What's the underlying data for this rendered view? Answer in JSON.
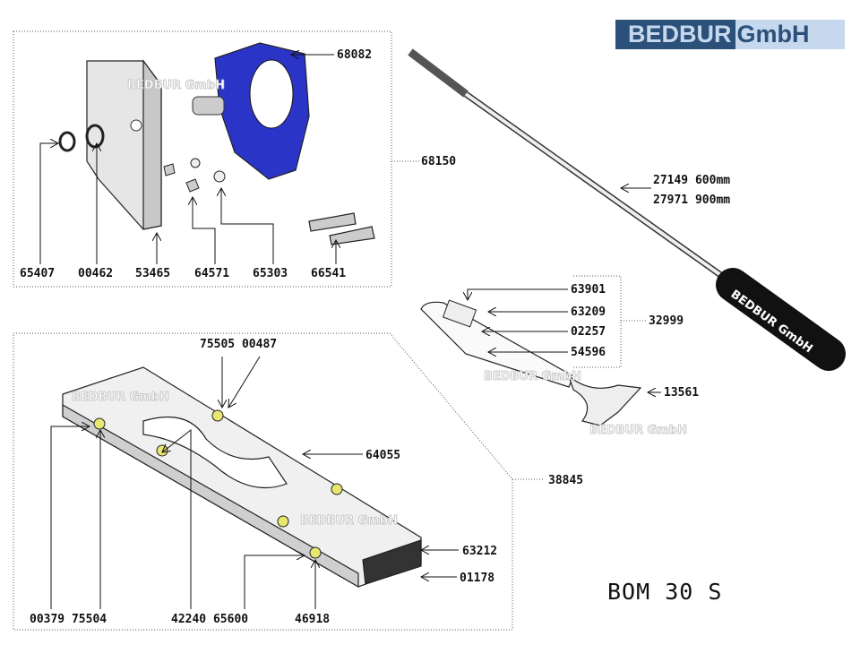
{
  "logo": {
    "part1": "BEDBUR",
    "part2": "GmbH"
  },
  "watermark": "BEDBUR GmbH",
  "model": "BOM 30 S",
  "labels": {
    "p68082": "68082",
    "p68150": "68150",
    "p65407": "65407",
    "p00462": "00462",
    "p53465": "53465",
    "p64571": "64571",
    "p65303": "65303",
    "p66541": "66541",
    "p27149": "27149 600mm",
    "p27971": "27971 900mm",
    "p63901": "63901",
    "p63209": "63209",
    "p02257": "02257",
    "p54596": "54596",
    "p32999": "32999",
    "p13561": "13561",
    "p75505": "75505 00487",
    "p64055": "64055",
    "p38845": "38845",
    "p63212": "63212",
    "p01178": "01178",
    "p00379": "00379 75504",
    "p42240": "42240 65600",
    "p46918": "46918"
  },
  "colors": {
    "bracket": "#2a35c8",
    "logo_dark": "#2b5079",
    "logo_light": "#c6d8ee",
    "washer": "#e8e870"
  }
}
